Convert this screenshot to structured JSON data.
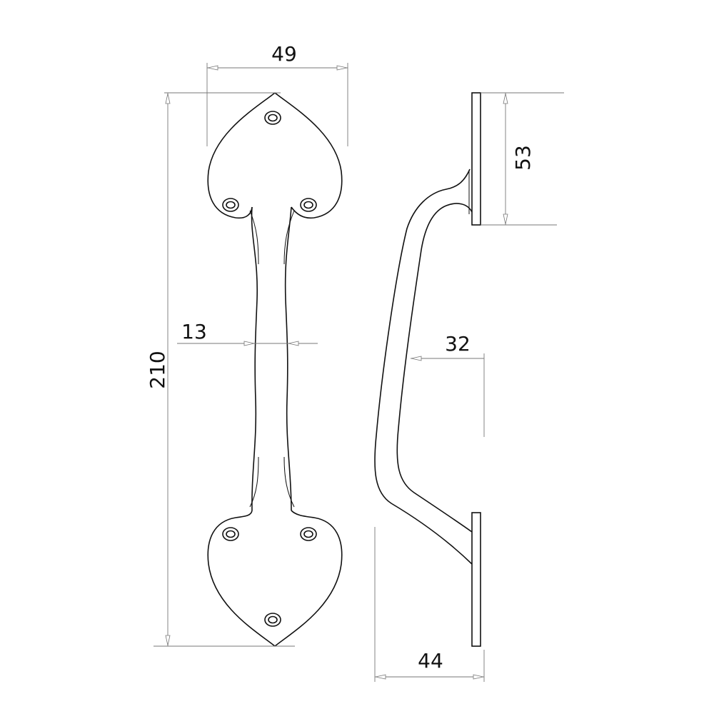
{
  "drawing": {
    "views": [
      "front-view",
      "side-view"
    ],
    "dimensions": {
      "width": "49",
      "height": "210",
      "grip_width": "13",
      "grip_clearance": "32",
      "plate_height": "53",
      "projection": "44"
    },
    "colors": {
      "line": "#111111",
      "dimension": "#777777",
      "background": "#ffffff"
    }
  }
}
